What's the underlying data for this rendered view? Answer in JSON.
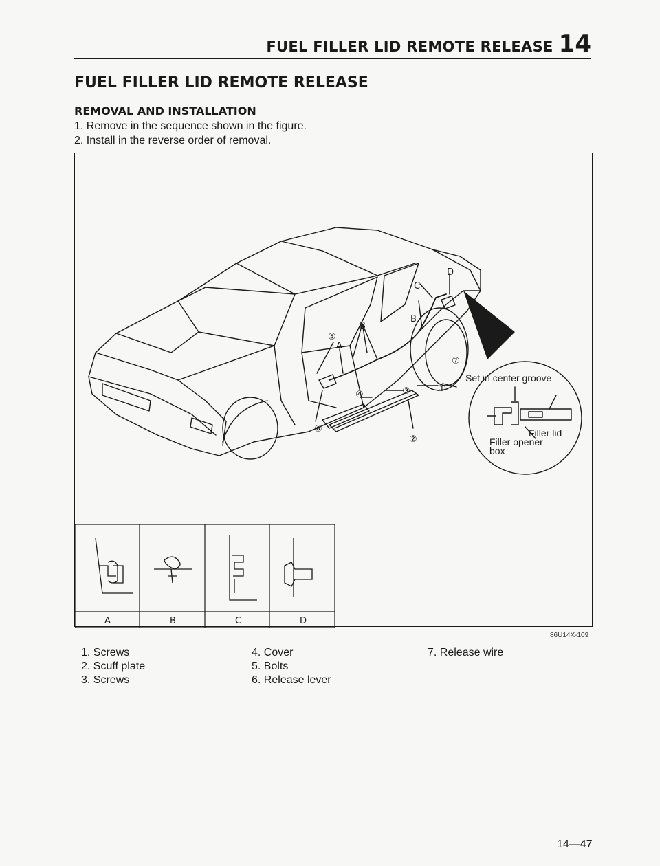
{
  "header": {
    "title": "FUEL FILLER LID REMOTE RELEASE",
    "chapter": "14"
  },
  "section_title": "FUEL FILLER LID REMOTE RELEASE",
  "subheading": "REMOVAL AND INSTALLATION",
  "steps": [
    "1. Remove in the sequence shown in the figure.",
    "2. Install in the reverse order of removal."
  ],
  "figure": {
    "callout": {
      "top": "Set in center groove",
      "lid": "Filler lid",
      "opener1": "Filler opener",
      "opener2": "box"
    },
    "letters": {
      "a": "A",
      "b": "B",
      "c": "C",
      "d": "D"
    },
    "numbers": {
      "n1": "①",
      "n2": "②",
      "n3": "③",
      "n4": "④",
      "n5": "⑤",
      "n6": "⑥",
      "n7": "⑦"
    },
    "detail_labels": [
      "A",
      "B",
      "C",
      "D"
    ],
    "code": "86U14X-109"
  },
  "legend": {
    "col1": [
      "1. Screws",
      "2. Scuff plate",
      "3. Screws"
    ],
    "col2": [
      "4. Cover",
      "5. Bolts",
      "6. Release lever"
    ],
    "col3": [
      "7. Release wire"
    ]
  },
  "page_number": "14—47"
}
